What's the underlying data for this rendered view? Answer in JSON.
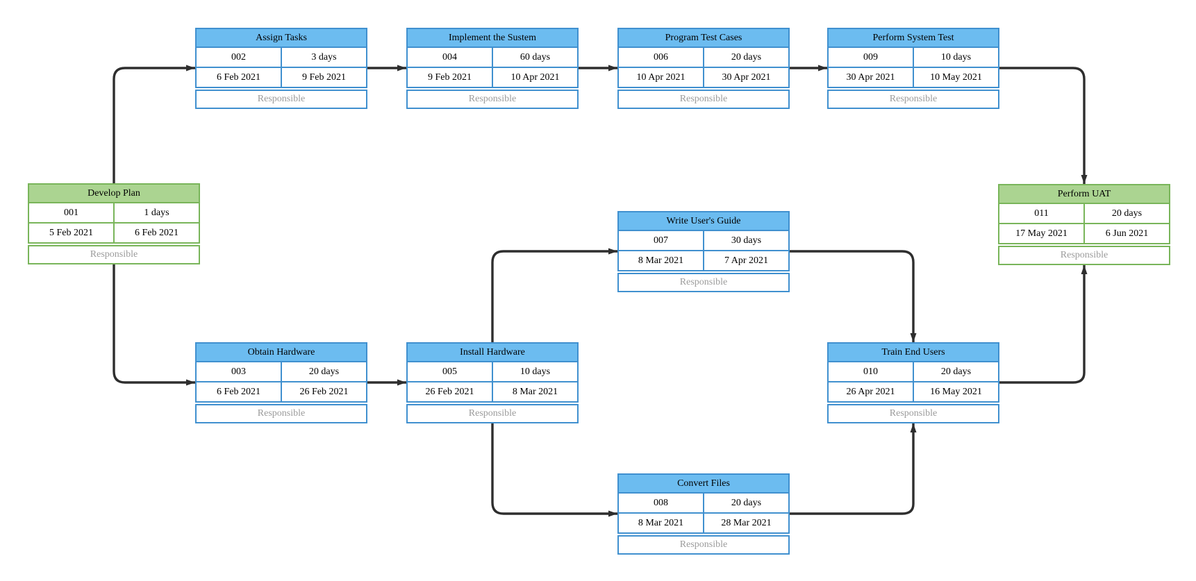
{
  "diagram_title": "Project task network diagram",
  "colors": {
    "blue_fill": "#6CBCF0",
    "blue_border": "#4090CF",
    "green_fill": "#ABD491",
    "green_border": "#79B55A",
    "arrow": "#2E2E2E",
    "responsible_text": "#9B9B9B",
    "text": "#000000"
  },
  "nodes": [
    {
      "id": "develop-plan",
      "title": "Develop Plan",
      "task_id": "001",
      "duration": "1 days",
      "start": "5 Feb 2021",
      "end": "6 Feb 2021",
      "responsible": "Responsible",
      "theme": "green"
    },
    {
      "id": "assign-tasks",
      "title": "Assign Tasks",
      "task_id": "002",
      "duration": "3 days",
      "start": "6 Feb 2021",
      "end": "9 Feb 2021",
      "responsible": "Responsible",
      "theme": "blue"
    },
    {
      "id": "implement-the-sustem",
      "title": "Implement the Sustem",
      "task_id": "004",
      "duration": "60 days",
      "start": "9 Feb 2021",
      "end": "10 Apr 2021",
      "responsible": "Responsible",
      "theme": "blue"
    },
    {
      "id": "program-test-cases",
      "title": "Program Test Cases",
      "task_id": "006",
      "duration": "20 days",
      "start": "10 Apr 2021",
      "end": "30 Apr 2021",
      "responsible": "Responsible",
      "theme": "blue"
    },
    {
      "id": "perform-system-test",
      "title": "Perform System Test",
      "task_id": "009",
      "duration": "10 days",
      "start": "30 Apr 2021",
      "end": "10 May 2021",
      "responsible": "Responsible",
      "theme": "blue"
    },
    {
      "id": "perform-uat",
      "title": "Perform UAT",
      "task_id": "011",
      "duration": "20 days",
      "start": "17 May 2021",
      "end": "6 Jun 2021",
      "responsible": "Responsible",
      "theme": "green"
    },
    {
      "id": "obtain-hardware",
      "title": "Obtain Hardware",
      "task_id": "003",
      "duration": "20 days",
      "start": "6 Feb 2021",
      "end": "26 Feb 2021",
      "responsible": "Responsible",
      "theme": "blue"
    },
    {
      "id": "install-hardware",
      "title": "Install Hardware",
      "task_id": "005",
      "duration": "10 days",
      "start": "26 Feb 2021",
      "end": "8 Mar 2021",
      "responsible": "Responsible",
      "theme": "blue"
    },
    {
      "id": "write-users-guide",
      "title": "Write User's Guide",
      "task_id": "007",
      "duration": "30 days",
      "start": "8 Mar 2021",
      "end": "7 Apr 2021",
      "responsible": "Responsible",
      "theme": "blue"
    },
    {
      "id": "convert-files",
      "title": "Convert Files",
      "task_id": "008",
      "duration": "20 days",
      "start": "8 Mar 2021",
      "end": "28 Mar 2021",
      "responsible": "Responsible",
      "theme": "blue"
    },
    {
      "id": "train-end-users",
      "title": "Train End Users",
      "task_id": "010",
      "duration": "20 days",
      "start": "26 Apr 2021",
      "end": "16 May 2021",
      "responsible": "Responsible",
      "theme": "blue"
    }
  ],
  "connectors": [
    {
      "from": "develop-plan",
      "to": "assign-tasks"
    },
    {
      "from": "develop-plan",
      "to": "obtain-hardware"
    },
    {
      "from": "assign-tasks",
      "to": "implement-the-sustem"
    },
    {
      "from": "implement-the-sustem",
      "to": "program-test-cases"
    },
    {
      "from": "program-test-cases",
      "to": "perform-system-test"
    },
    {
      "from": "perform-system-test",
      "to": "perform-uat"
    },
    {
      "from": "obtain-hardware",
      "to": "install-hardware"
    },
    {
      "from": "install-hardware",
      "to": "write-users-guide"
    },
    {
      "from": "install-hardware",
      "to": "convert-files"
    },
    {
      "from": "write-users-guide",
      "to": "train-end-users"
    },
    {
      "from": "convert-files",
      "to": "train-end-users"
    },
    {
      "from": "train-end-users",
      "to": "perform-uat"
    }
  ]
}
